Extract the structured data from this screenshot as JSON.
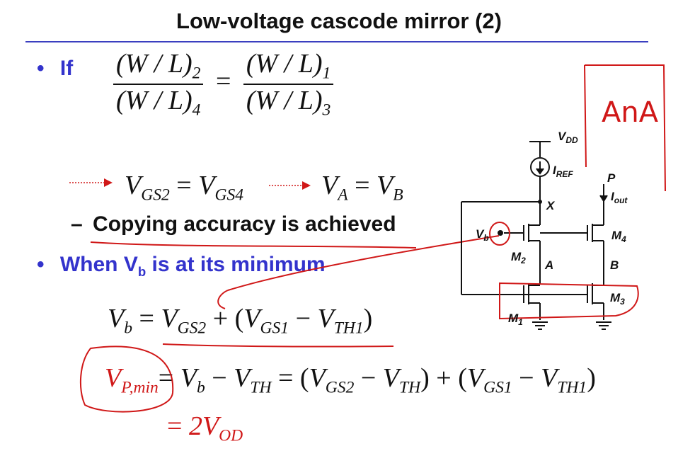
{
  "title": "Low-voltage cascode mirror (2)",
  "bullets": {
    "if": "If",
    "copying": "Copying accuracy is achieved",
    "when": "When V",
    "when_sub": "b",
    "when_rest": " is at its minimum"
  },
  "circuit": {
    "vdd": "V",
    "vdd_sub": "DD",
    "iref": "I",
    "iref_sub": "REF",
    "iout": "I",
    "iout_sub": "out",
    "node_p": "P",
    "node_x": "X",
    "node_a": "A",
    "node_b": "B",
    "vb": "V",
    "vb_sub": "b",
    "m1": "M",
    "m1_sub": "1",
    "m2": "M",
    "m2_sub": "2",
    "m3": "M",
    "m3_sub": "3",
    "m4": "M",
    "m4_sub": "4"
  },
  "annotation": "AnA",
  "colors": {
    "accent": "#3333cc",
    "ink": "#d01818",
    "text": "#111111"
  }
}
